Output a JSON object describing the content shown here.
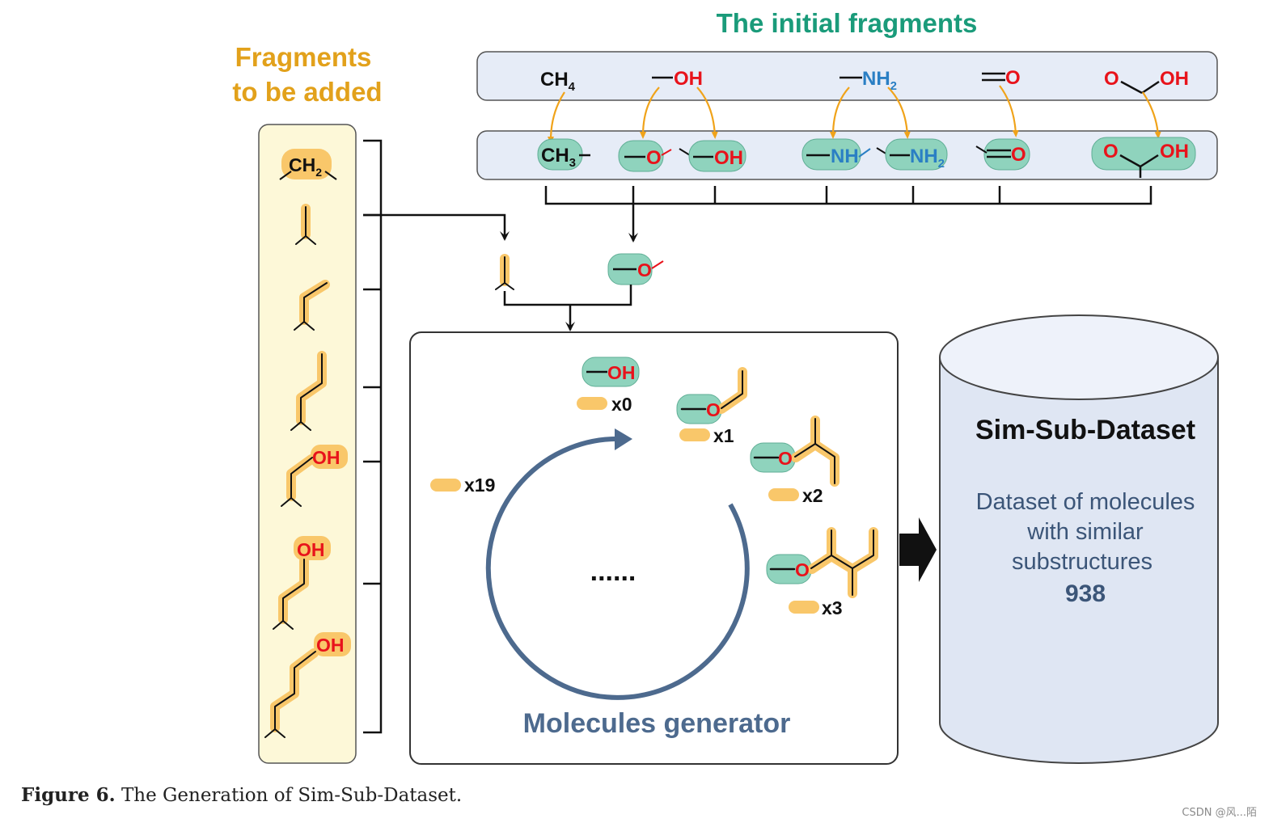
{
  "titles": {
    "initial_fragments": "The initial fragments",
    "fragments_to_be_added_line1": "Fragments",
    "fragments_to_be_added_line2": "to be added",
    "generator": "Molecules generator",
    "loop_ellipsis": "......"
  },
  "initial_fragments": {
    "top": {
      "methane": {
        "main": "CH",
        "sub": "4"
      },
      "hydroxyl": "OH",
      "amine": {
        "main": "NH",
        "sub": "2"
      },
      "carbonyl": "O",
      "carboxyl_o": "O",
      "carboxyl_oh": "OH"
    },
    "bottom": {
      "methyl": {
        "main": "CH",
        "sub": "3"
      },
      "ether_o": "O",
      "hydroxyl": "OH",
      "imine": "NH",
      "amine": {
        "main": "NH",
        "sub": "2"
      },
      "carbonyl": "O",
      "carboxyl_o": "O",
      "carboxyl_oh": "OH"
    }
  },
  "added_fragments": {
    "methylene": {
      "main": "CH",
      "sub": "2"
    },
    "hydroxyl_1": "OH",
    "hydroxyl_2": "OH",
    "hydroxyl_3": "OH"
  },
  "generator": {
    "selected_o": "O",
    "example0_oh": "OH",
    "steps": {
      "x0": "x0",
      "x1": "x1",
      "x2": "x2",
      "x3": "x3",
      "x19": "x19"
    },
    "o_label": "O"
  },
  "dataset": {
    "title": "Sim-Sub-Dataset",
    "desc_line1": "Dataset of molecules",
    "desc_line2": "with similar",
    "desc_line3": "substructures",
    "count": "938"
  },
  "caption": {
    "label": "Figure 6.",
    "text": " The Generation of Sim-Sub-Dataset."
  },
  "watermark": "CSDN @风...陌",
  "colors": {
    "teal_title": "#1a9b7a",
    "orange_title": "#e2a11b",
    "fragment_highlight": "#f9c76a",
    "teal_highlight": "#8fd3bd",
    "oxygen_red": "#e8131b",
    "nitrogen_blue": "#2a7fc4",
    "panel_blue": "#e6ecf7",
    "panel_yellow": "#fdf8d8",
    "cycle_arrow": "#4d6a8e",
    "cylinder_fill": "#dfe6f3"
  }
}
